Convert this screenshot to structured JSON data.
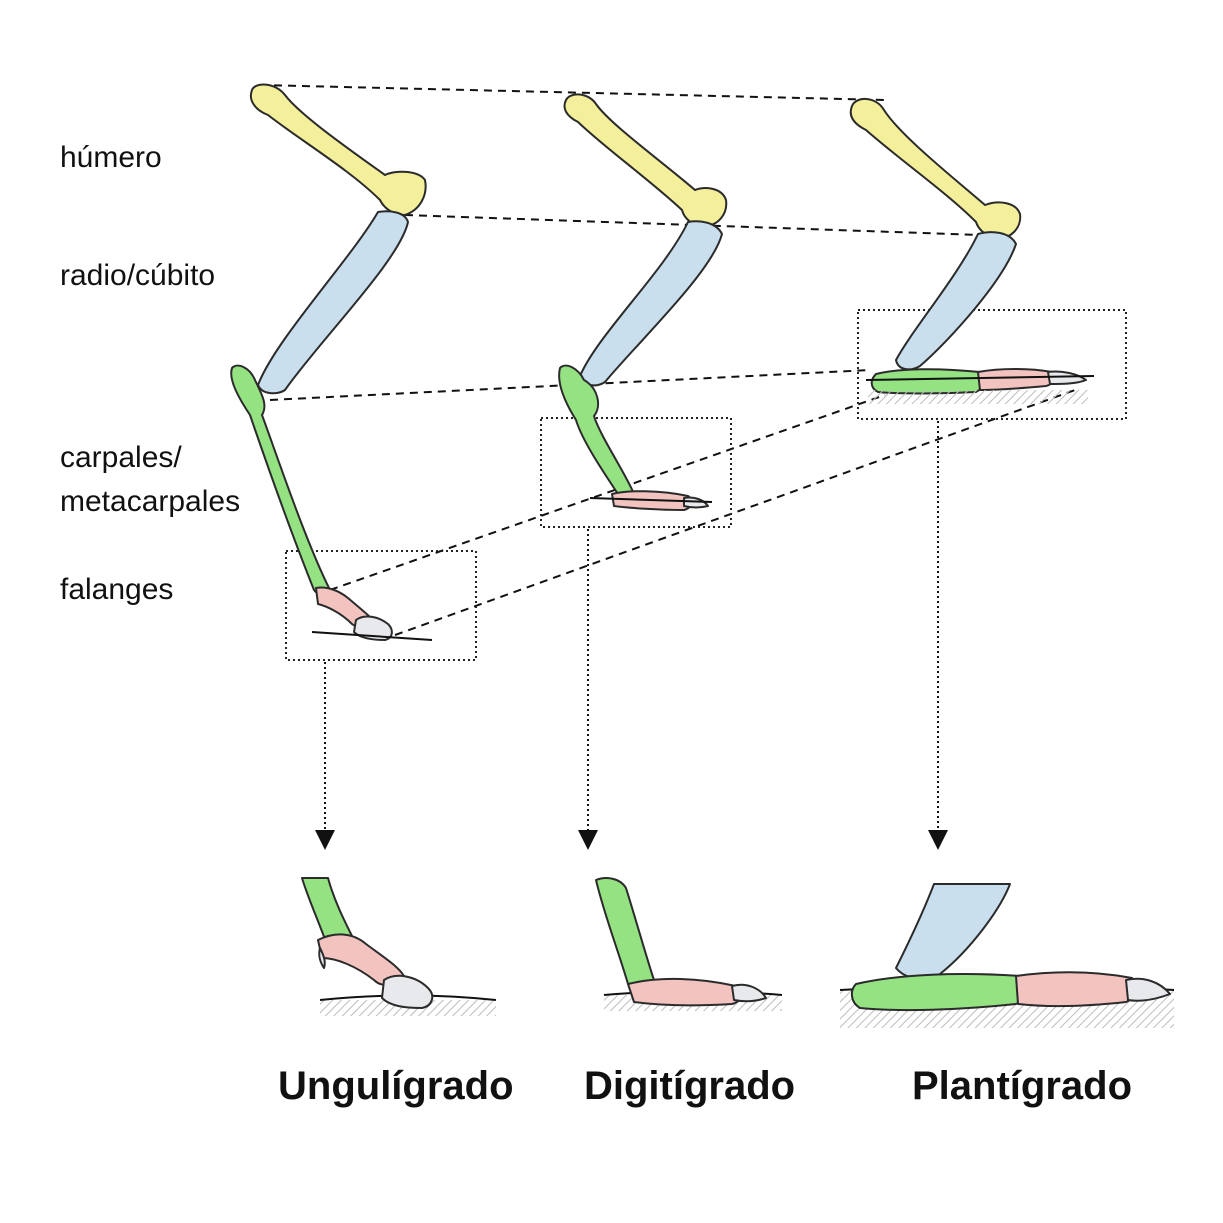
{
  "labels": {
    "humerus": "húmero",
    "radius_ulna": "radio/cúbito",
    "carpals_line1": "carpales/",
    "carpals_line2": "metacarpales",
    "phalanges": "falanges"
  },
  "captions": {
    "unguligrade": "Ungulígrado",
    "digitigrade": "Digitígrado",
    "plantigrade": "Plantígrado"
  },
  "colors": {
    "humerus": "#f4ef9a",
    "radius_ulna": "#c9dfee",
    "carpals": "#95e283",
    "phalanges": "#f3c3c0",
    "hoof_claw": "#e8e9ec",
    "outline": "#2b2b2b",
    "ground": "#d9d9d9"
  }
}
